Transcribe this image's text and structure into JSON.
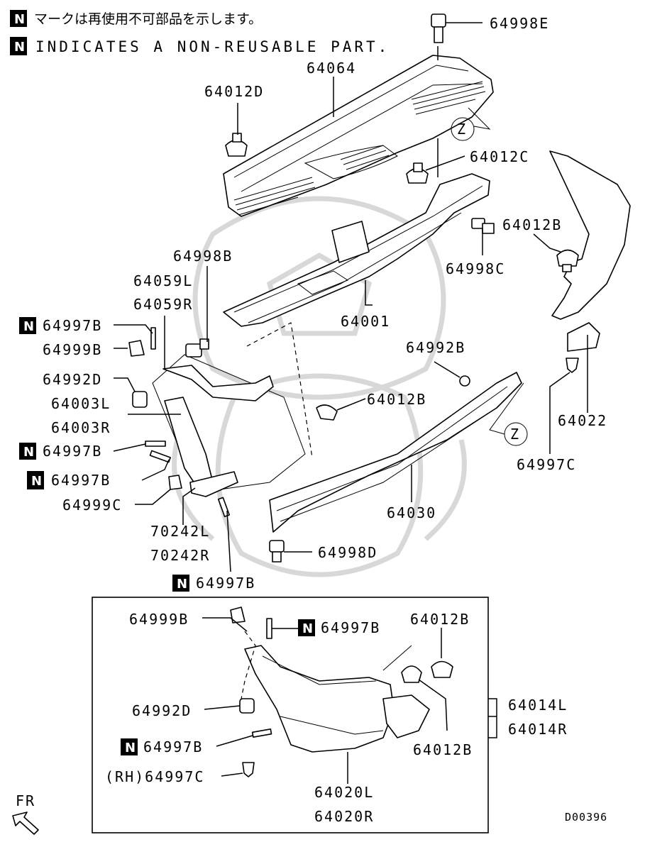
{
  "header": {
    "note_jp": "マークは再使用不可部品を示します。",
    "note_en": "INDICATES A NON-REUSABLE PART.",
    "non_reusable_mark": "N"
  },
  "callouts": {
    "c64998E": "64998E",
    "c64064": "64064",
    "c64012D": "64012D",
    "cZ_top": "Z",
    "c64012C": "64012C",
    "c64012B_a": "64012B",
    "c64998C": "64998C",
    "c64998B": "64998B",
    "c64059L": "64059L",
    "c64059R": "64059R",
    "c64001": "64001",
    "c64997B_a": "64997B",
    "c64999B_a": "64999B",
    "c64992B": "64992B",
    "c64992D_a": "64992D",
    "c64012B_b": "64012B",
    "c64003L": "64003L",
    "c64003R": "64003R",
    "c64022": "64022",
    "cZ_mid": "Z",
    "c64997B_b": "64997B",
    "c64997B_c": "64997B",
    "c64997C_a": "64997C",
    "c64999C": "64999C",
    "c64030": "64030",
    "c70242L": "70242L",
    "c70242R": "70242R",
    "c64998D": "64998D",
    "c64997B_d": "64997B",
    "c64999B_b": "64999B",
    "c64997B_e": "64997B",
    "c64012B_c": "64012B",
    "c64014L": "64014L",
    "c64014R": "64014R",
    "c64992D_b": "64992D",
    "c64012B_d": "64012B",
    "c64997B_f": "64997B",
    "c64997C_b": "(RH)64997C",
    "c64020L": "64020L",
    "c64020R": "64020R"
  },
  "footer": {
    "fr_label": "FR",
    "diagram_code": "D00396"
  }
}
